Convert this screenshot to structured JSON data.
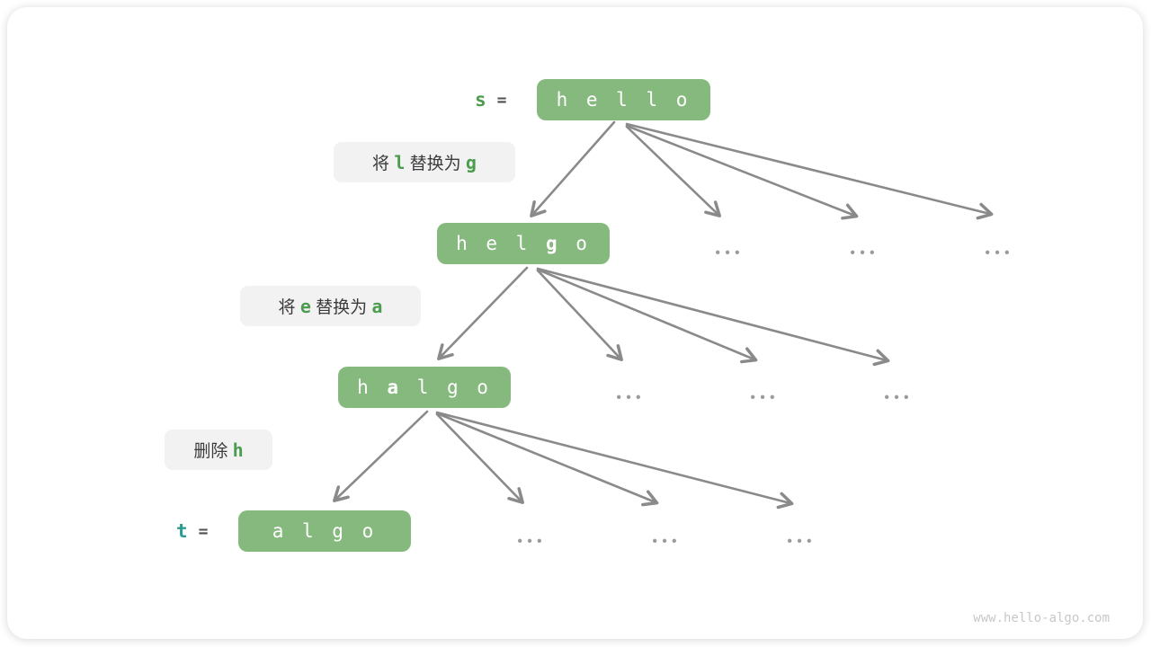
{
  "watermark": "www.hello-algo.com",
  "ellipsis_symbol": "•••",
  "colors": {
    "node_green": "#86b97e",
    "accent_green": "#4c9d50",
    "accent_teal": "#2c9c91",
    "arrow_gray": "#8a8a8a",
    "label_bg": "#f2f2f2",
    "text_dark": "#3b3b3b"
  },
  "vars": {
    "s": {
      "name": "s",
      "eq": "="
    },
    "t": {
      "name": "t",
      "eq": "="
    }
  },
  "nodes": [
    {
      "id": "hello",
      "pre": "h e l l o",
      "bold": "",
      "post": ""
    },
    {
      "id": "helgo",
      "pre": "h e l ",
      "bold": "g",
      "post": " o"
    },
    {
      "id": "halgo",
      "pre": "h ",
      "bold": "a",
      "post": " l g o"
    },
    {
      "id": "algo",
      "pre": "a l g o",
      "bold": "",
      "post": ""
    }
  ],
  "operations": [
    {
      "t1": "将 ",
      "g1": "l",
      "t2": " 替换为 ",
      "g2": "g"
    },
    {
      "t1": "将 ",
      "g1": "e",
      "t2": " 替换为 ",
      "g2": "a"
    },
    {
      "t1": "删除 ",
      "g1": "h",
      "t2": "",
      "g2": ""
    }
  ]
}
